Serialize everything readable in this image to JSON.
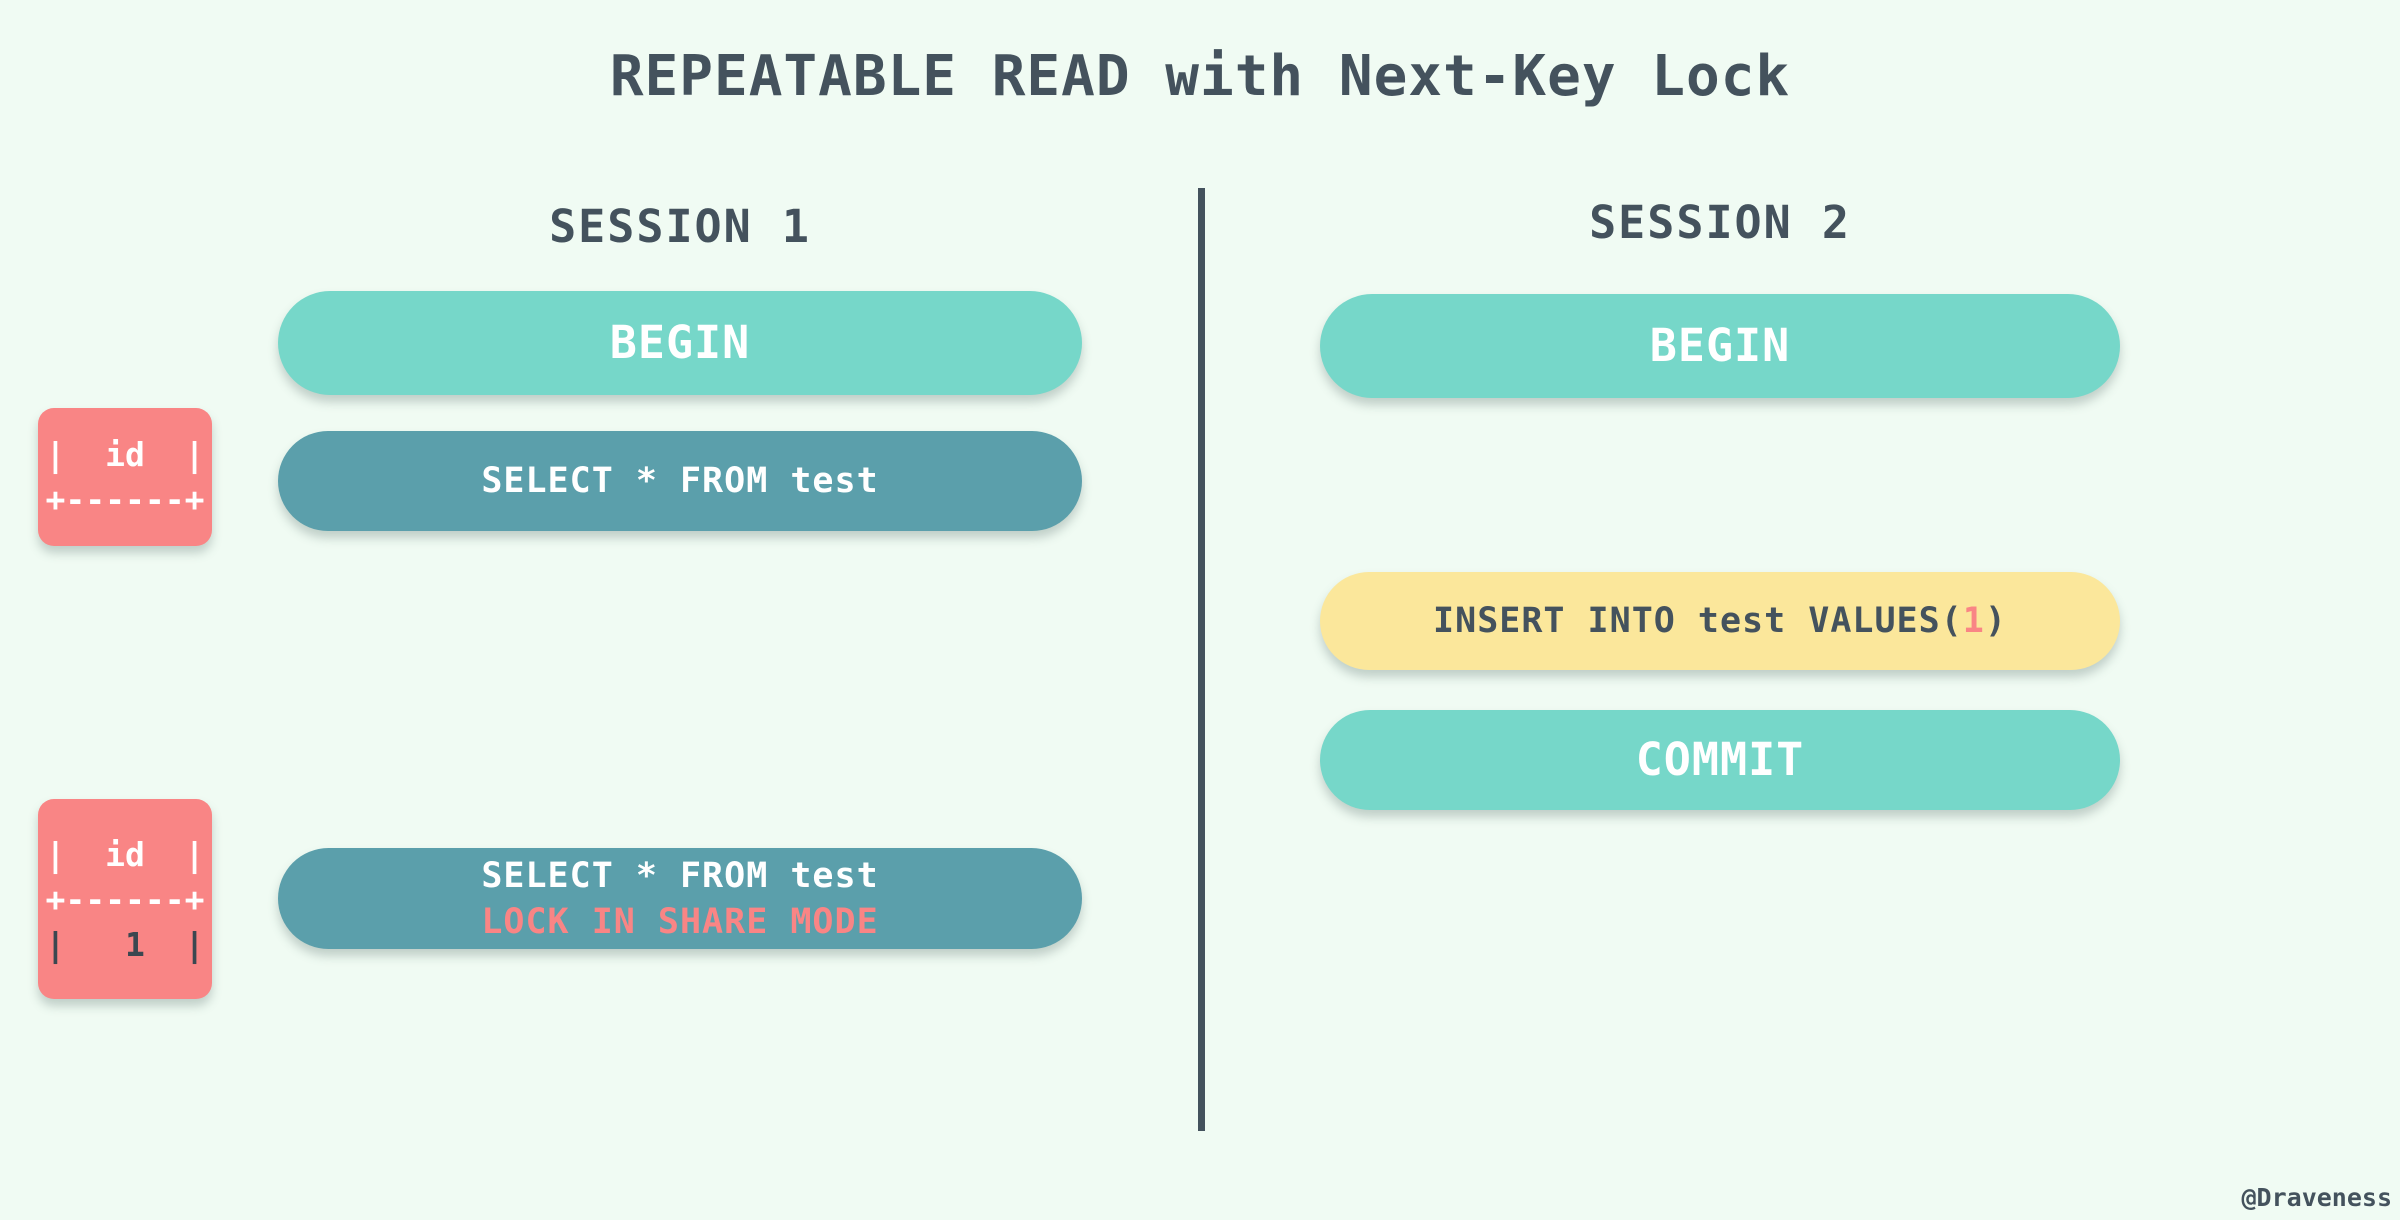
{
  "title": "REPEATABLE READ with Next-Key Lock",
  "credit": "@Draveness",
  "colors": {
    "bg": "#f0fbf3",
    "ink": "#44525d",
    "teal": "#76d7c9",
    "steel": "#5b9fab",
    "salmon": "#f98585",
    "yellow": "#fbe79b"
  },
  "session1": {
    "label": "SESSION 1",
    "begin_label": "BEGIN",
    "select_label": "SELECT * FROM test",
    "select_lock_line1": "SELECT * FROM test",
    "select_lock_line2": "LOCK IN SHARE MODE",
    "result_empty": [
      "|  id  |",
      "+------+"
    ],
    "result_with_row": [
      "|  id  |",
      "+------+",
      "|   1  |"
    ]
  },
  "session2": {
    "label": "SESSION 2",
    "begin_label": "BEGIN",
    "insert_prefix": "INSERT INTO test VALUES(",
    "insert_value": "1",
    "insert_suffix": ")",
    "commit_label": "COMMIT"
  }
}
